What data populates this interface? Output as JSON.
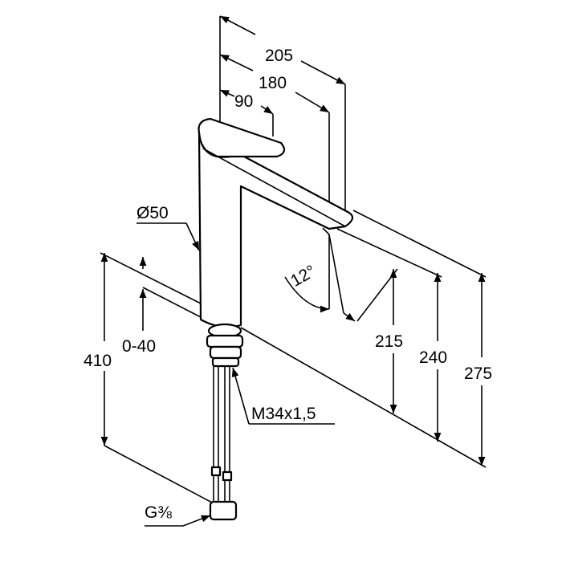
{
  "dimensions": {
    "d205": "205",
    "d180": "180",
    "d90": "90",
    "diameter": "Ø50",
    "angle": "12°",
    "h215": "215",
    "h240": "240",
    "h275": "275",
    "h410": "410",
    "adjust": "0-40",
    "thread": "M34x1,5",
    "connection": "G⅜"
  },
  "colors": {
    "line": "#000000",
    "background": "#ffffff"
  }
}
